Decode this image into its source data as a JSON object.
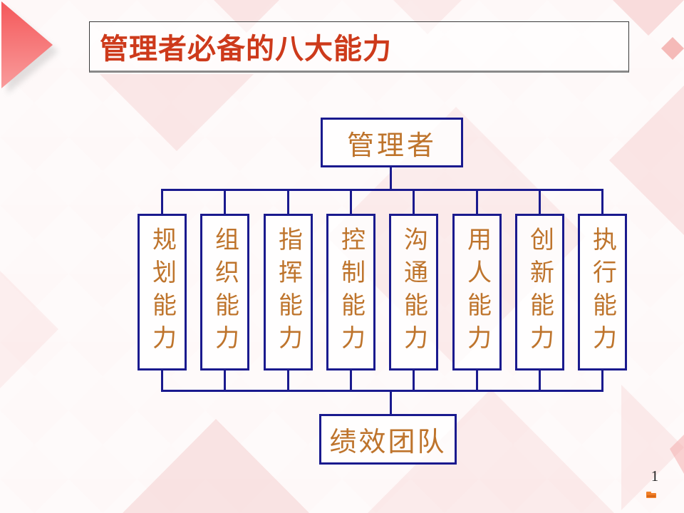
{
  "slide": {
    "title": "管理者必备的八大能力",
    "page_number": "1"
  },
  "diagram": {
    "root_label": "管理者",
    "abilities": [
      {
        "label": "规划能力"
      },
      {
        "label": "组织能力"
      },
      {
        "label": "指挥能力"
      },
      {
        "label": "控制能力"
      },
      {
        "label": "沟通能力"
      },
      {
        "label": "用人能力"
      },
      {
        "label": "创新能力"
      },
      {
        "label": "执行能力"
      }
    ],
    "result_label": "绩效团队"
  },
  "icons": {
    "footer_logo": "logo-icon"
  },
  "colors": {
    "title_text": "#CD3A1B",
    "diagram_border": "#1A1A8E",
    "diagram_text": "#BE742C",
    "accent_triangle": "#F4696B",
    "background_tint": "#F6CECE"
  }
}
